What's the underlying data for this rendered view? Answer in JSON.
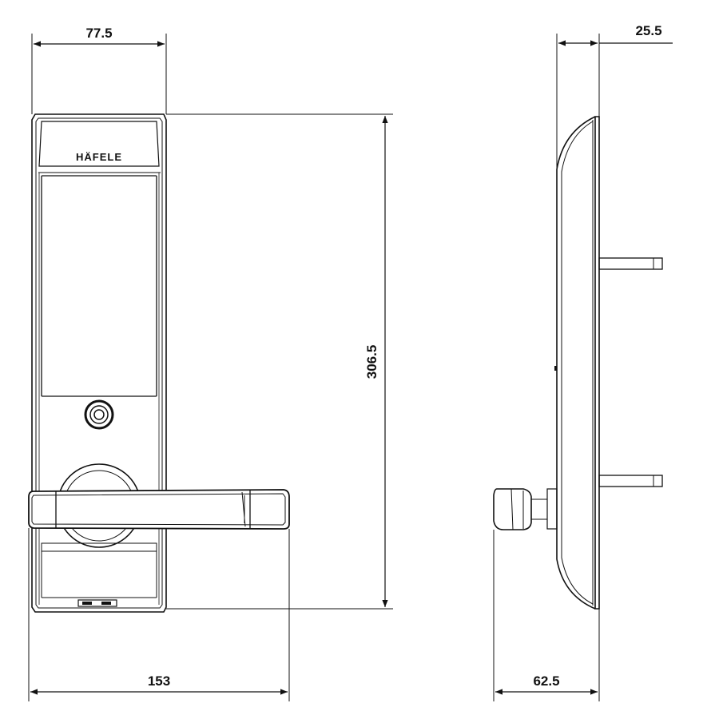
{
  "brand": "HÄFELE",
  "dimensions": {
    "front_width": "77.5",
    "height": "306.5",
    "total_width": "153",
    "side_depth_top": "25.5",
    "side_depth_bottom": "62.5"
  },
  "colors": {
    "line": "#111111",
    "background": "#ffffff"
  }
}
